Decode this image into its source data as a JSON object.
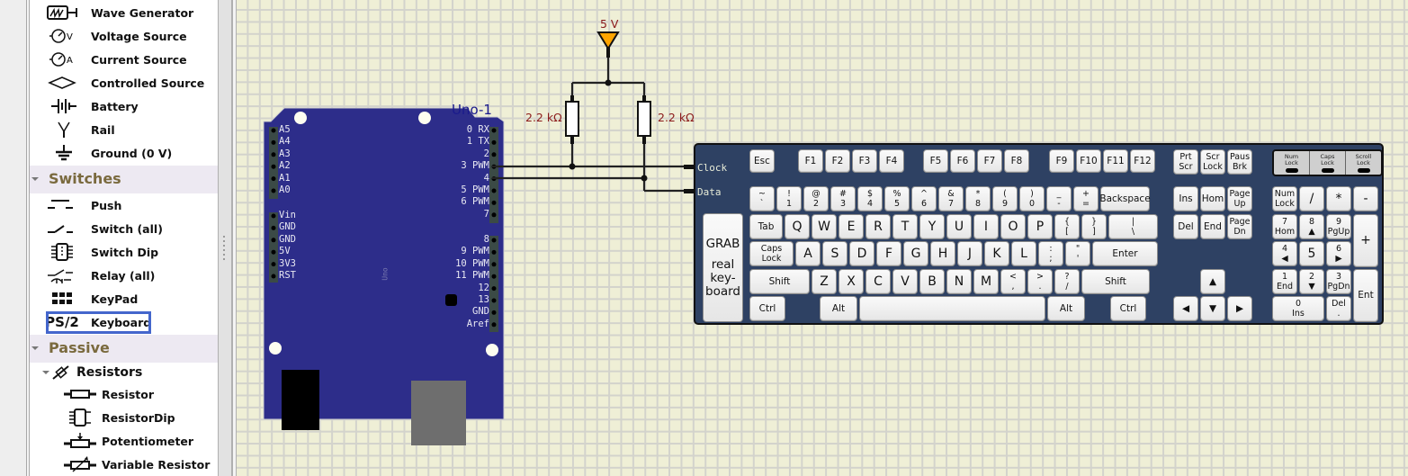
{
  "palette": {
    "sources": [
      {
        "label": "Wave Generator",
        "icon": "wave-generator-icon"
      },
      {
        "label": "Voltage Source",
        "icon": "voltage-source-icon"
      },
      {
        "label": "Current Source",
        "icon": "current-source-icon"
      },
      {
        "label": "Controlled Source",
        "icon": "controlled-source-icon"
      },
      {
        "label": "Battery",
        "icon": "battery-icon"
      },
      {
        "label": "Rail",
        "icon": "rail-icon"
      },
      {
        "label": "Ground (0 V)",
        "icon": "ground-icon"
      }
    ],
    "switches_category": "Switches",
    "switches": [
      {
        "label": "Push",
        "icon": "push-switch-icon"
      },
      {
        "label": "Switch (all)",
        "icon": "switch-icon"
      },
      {
        "label": "Switch Dip",
        "icon": "switch-dip-icon"
      },
      {
        "label": "Relay (all)",
        "icon": "relay-icon"
      },
      {
        "label": "KeyPad",
        "icon": "keypad-icon"
      },
      {
        "label": "Keyboard",
        "icon": "ps2-icon",
        "icon_text": "PS/2",
        "selected": true
      }
    ],
    "passive_category": "Passive",
    "resistors_group": "Resistors",
    "resistors": [
      {
        "label": "Resistor",
        "icon": "resistor-icon"
      },
      {
        "label": "ResistorDip",
        "icon": "resistor-dip-icon"
      },
      {
        "label": "Potentiometer",
        "icon": "potentiometer-icon"
      },
      {
        "label": "Variable Resistor",
        "icon": "variable-resistor-icon"
      }
    ]
  },
  "circuit": {
    "arduino": {
      "name": "Uno-1",
      "board_text": "Uno",
      "left_pins_top": [
        "A5",
        "A4",
        "A3",
        "A2",
        "A1",
        "A0"
      ],
      "left_pins_bottom": [
        "Vin",
        "GND",
        "GND",
        "5V",
        "3V3",
        "RST"
      ],
      "right_pins_top": [
        "0 RX",
        "1 TX",
        "2",
        "3 PWM",
        "4",
        "5 PWM",
        "6 PWM",
        "7"
      ],
      "right_pins_bottom": [
        "8",
        "9 PWM",
        "10 PWM",
        "11 PWM",
        "12",
        "13",
        "GND",
        "Aref"
      ]
    },
    "rail": {
      "label": "5 V",
      "color": "#ffa500"
    },
    "resistors": [
      {
        "label": "2.2 kΩ"
      },
      {
        "label": "2.2 kΩ"
      }
    ],
    "keyboard": {
      "pins": [
        "Clock",
        "Data"
      ],
      "grab_lines": [
        "GRAB",
        "",
        "real",
        "key-",
        "board"
      ],
      "leds": [
        "Num Lock",
        "Caps Lock",
        "Scroll Lock"
      ],
      "rows": {
        "fn": [
          "Esc",
          "F1",
          "F2",
          "F3",
          "F4",
          "F5",
          "F6",
          "F7",
          "F8",
          "F9",
          "F10",
          "F11",
          "F12"
        ],
        "sys": [
          [
            "Prt",
            "Scr"
          ],
          [
            "Scr",
            "Lock"
          ],
          [
            "Paus",
            "Brk"
          ]
        ],
        "num": [
          [
            "~",
            "`"
          ],
          [
            "!",
            "1"
          ],
          [
            "@",
            "2"
          ],
          [
            "#",
            "3"
          ],
          [
            "$",
            "4"
          ],
          [
            "%",
            "5"
          ],
          [
            "^",
            "6"
          ],
          [
            "&",
            "7"
          ],
          [
            "*",
            "8"
          ],
          [
            "(",
            "9"
          ],
          [
            ")",
            "0"
          ],
          [
            "_",
            "-"
          ],
          [
            "+",
            "="
          ],
          [
            "Backspace"
          ]
        ],
        "qwerty": [
          [
            "Tab"
          ],
          [
            "Q"
          ],
          [
            "W"
          ],
          [
            "E"
          ],
          [
            "R"
          ],
          [
            "T"
          ],
          [
            "Y"
          ],
          [
            "U"
          ],
          [
            "I"
          ],
          [
            "O"
          ],
          [
            "P"
          ],
          [
            "{",
            "["
          ],
          [
            "}",
            "]"
          ],
          [
            "|",
            "\\"
          ]
        ],
        "home": [
          [
            "Caps",
            "Lock"
          ],
          [
            "A"
          ],
          [
            "S"
          ],
          [
            "D"
          ],
          [
            "F"
          ],
          [
            "G"
          ],
          [
            "H"
          ],
          [
            "J"
          ],
          [
            "K"
          ],
          [
            "L"
          ],
          [
            ":",
            ";"
          ],
          [
            "\"",
            "'"
          ],
          [
            "Enter"
          ]
        ],
        "shift": [
          [
            "Shift"
          ],
          [
            "Z"
          ],
          [
            "X"
          ],
          [
            "C"
          ],
          [
            "V"
          ],
          [
            "B"
          ],
          [
            "N"
          ],
          [
            "M"
          ],
          [
            "<",
            ","
          ],
          [
            ">",
            "."
          ],
          [
            "?",
            "/"
          ],
          [
            "Shift"
          ]
        ],
        "bottom": [
          [
            "Ctrl"
          ],
          [
            "Alt"
          ],
          [
            ""
          ],
          [
            "Alt"
          ],
          [
            "Ctrl"
          ]
        ],
        "nav1": [
          [
            "Ins"
          ],
          [
            "Hom"
          ],
          [
            "Page",
            "Up"
          ]
        ],
        "nav2": [
          [
            "Del"
          ],
          [
            "End"
          ],
          [
            "Page",
            "Dn"
          ]
        ],
        "arrows": [
          "▲",
          "◀",
          "▼",
          "▶"
        ],
        "keypad": [
          [
            "Num",
            "Lock"
          ],
          [
            "/"
          ],
          [
            "*"
          ],
          [
            "-"
          ],
          [
            "7",
            "Hom"
          ],
          [
            "8",
            "▲"
          ],
          [
            "9",
            "PgUp"
          ],
          [
            "+"
          ],
          [
            "4",
            "◀"
          ],
          [
            "5"
          ],
          [
            "6",
            "▶"
          ],
          [
            "1",
            "End"
          ],
          [
            "2",
            "▼"
          ],
          [
            "3",
            "PgDn"
          ],
          [
            "Ent"
          ],
          [
            "0",
            "Ins"
          ],
          [
            "Del",
            "."
          ]
        ]
      }
    }
  }
}
